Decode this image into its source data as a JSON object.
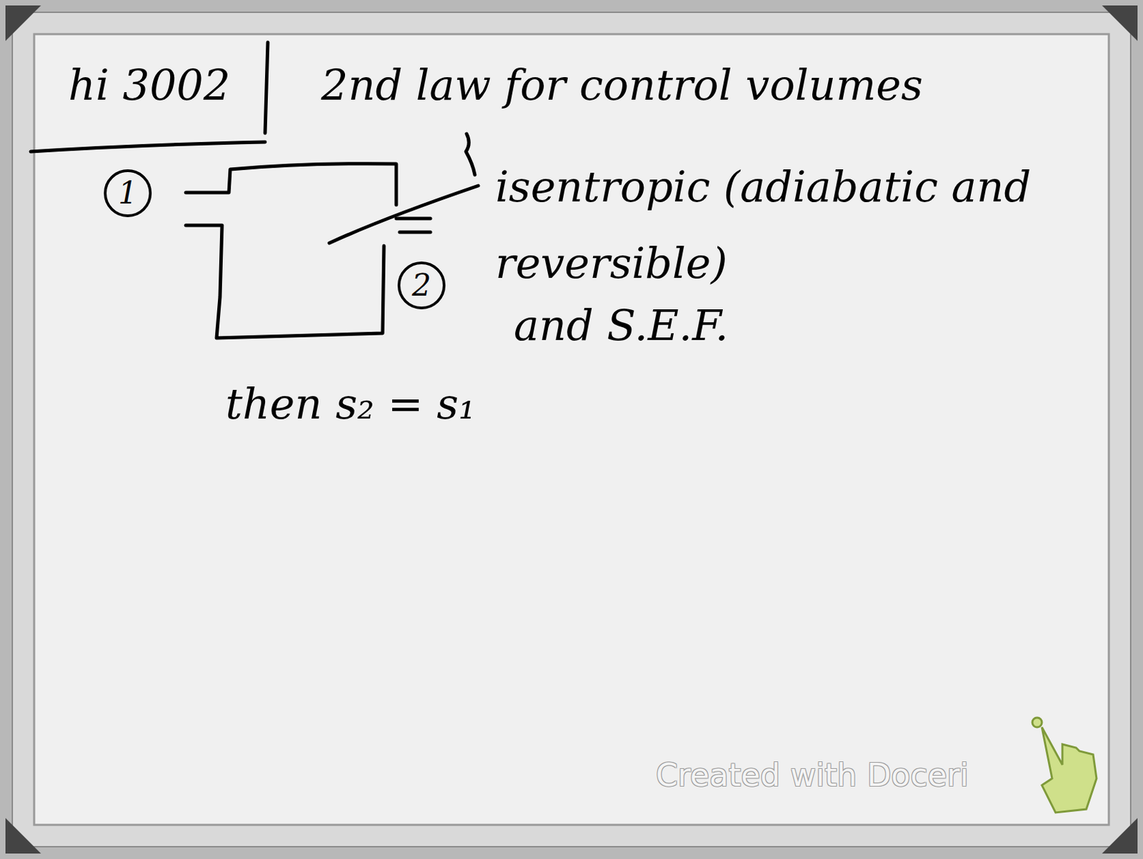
{
  "diagram": {
    "title": "2nd law for control volumes",
    "nodes": [
      {
        "text": [
          "1"
        ]
      },
      {
        "text": [
          "2"
        ]
      }
    ],
    "labels": [
      "hi 3002",
      "isentropic (adiabatic and reversible)",
      "and S.E.F.",
      "then s₂ = s₁",
      "Created with Doceri"
    ]
  }
}
